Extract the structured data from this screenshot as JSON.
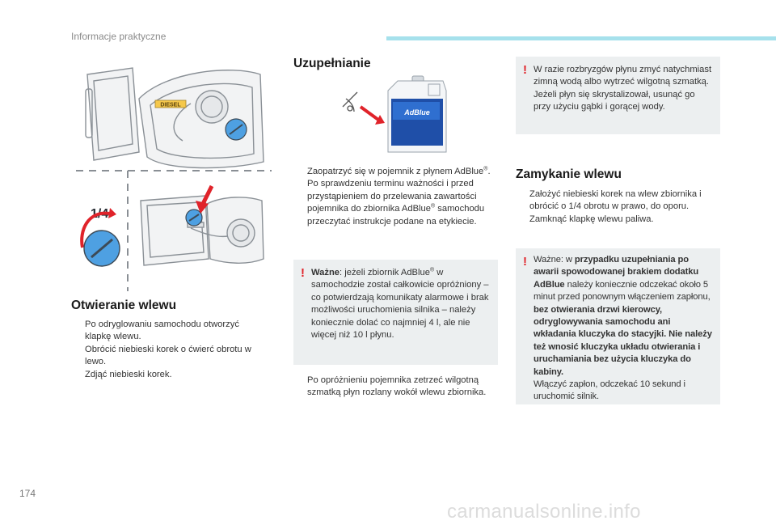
{
  "header": {
    "section": "Informacje praktyczne"
  },
  "page_number": "174",
  "watermark": "carmanualsonline.info",
  "figure_left": {
    "diesel_label": "DIESEL",
    "fraction_label": "1/4"
  },
  "figure_adblue": {
    "can_label": "AdBlue"
  },
  "open": {
    "title": "Otwieranie wlewu",
    "steps": [
      "Po odryglowaniu samochodu otworzyć klapkę wlewu.",
      "Obrócić niebieski korek o ćwierć obrotu w lewo.",
      "Zdjąć niebieski korek."
    ]
  },
  "fill": {
    "title": "Uzupełnianie",
    "step1_a": "Zaopatrzyć się w pojemnik z płynem AdBlue",
    "step1_b": ". Po sprawdzeniu terminu ważności i przed przystąpieniem do przelewania zawartości pojemnika do zbiornika AdBlue",
    "step1_c": " samochodu przeczytać instrukcje podane na etykiecie.",
    "reg": "®",
    "note_bold": "Ważne",
    "note_a": ": jeżeli zbiornik AdBlue",
    "note_b": " w samochodzie został całkowicie opróżniony – co potwierdzają komunikaty alarmowe i brak możliwości uruchomienia silnika – należy koniecznie dolać co najmniej 4 l, ale nie więcej niż 10 l płynu.",
    "step2": "Po opróżnieniu pojemnika zetrzeć wilgotną szmatką płyn rozlany wokół wlewu zbiornika."
  },
  "splash_note": {
    "line1": "W razie rozbryzgów płynu zmyć natychmiast zimną wodą albo wytrzeć wilgotną szmatką.",
    "line2": "Jeżeli płyn się skrystalizował, usunąć go przy użyciu gąbki i gorącej wody."
  },
  "close": {
    "title": "Zamykanie wlewu",
    "steps": [
      "Założyć niebieski korek na wlew zbiornika i obrócić o 1/4 obrotu w prawo, do oporu.",
      "Zamknąć klapkę wlewu paliwa."
    ]
  },
  "warning_note": {
    "p1": "Ważne: w ",
    "p2": "przypadku uzupełniania po awarii spowodowanej brakiem dodatku AdBlue",
    "p3": " należy koniecznie odczekać około 5 minut przed ponownym włączeniem zapłonu, ",
    "p4": "bez otwierania drzwi kierowcy, odryglowywania samochodu ani wkładania kluczyka do stacyjki. Nie należy też wnosić kluczyka układu otwierania i uruchamiania bez użycia kluczyka do kabiny.",
    "p5": "Włączyć zapłon, odczekać 10 sekund i uruchomić silnik."
  },
  "bullet_glyph": "",
  "warn_glyph": "!",
  "colors": {
    "accent_bar": "#a6e1ec",
    "warning_red": "#e0232a",
    "note_bg": "#eceff0",
    "cap_blue": "#2a7fd0",
    "adblue_blue": "#1f4fa8"
  }
}
